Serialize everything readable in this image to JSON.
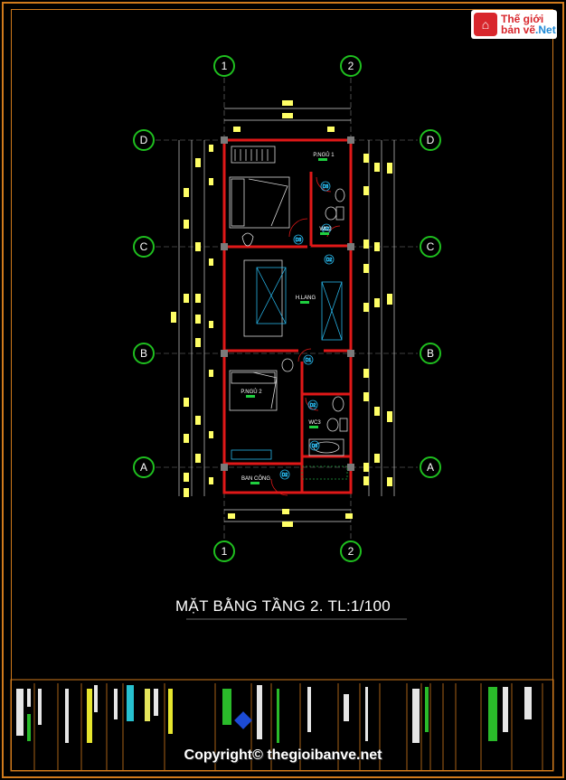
{
  "drawing": {
    "title": "MẶT BẰNG TẦNG 2. TL:1/100",
    "copyright": "Copyright© thegioibanve.net",
    "logo": {
      "line1": "Thế giới",
      "line2": "bản vẽ",
      "suffix": ".Net"
    }
  },
  "grid_axes": {
    "vertical": [
      "1",
      "2"
    ],
    "horizontal": [
      "D",
      "C",
      "B",
      "A"
    ]
  },
  "rooms": [
    {
      "label": "P.NGỦ 1"
    },
    {
      "label": "WC2"
    },
    {
      "label": "H.LANG"
    },
    {
      "label": "P.NGỦ 2"
    },
    {
      "label": "WC3"
    },
    {
      "label": "BAN CÔNG"
    }
  ],
  "door_tags": [
    "D3",
    "D3",
    "D2",
    "D1",
    "D2",
    "D2",
    "D3",
    "D2"
  ],
  "colors": {
    "background": "#000000",
    "frame": "#d07a1c",
    "wall": "#e01818",
    "axis_circle": "#1fbf1f",
    "dimension": "#ffff66",
    "detail": "#27b3e6"
  }
}
